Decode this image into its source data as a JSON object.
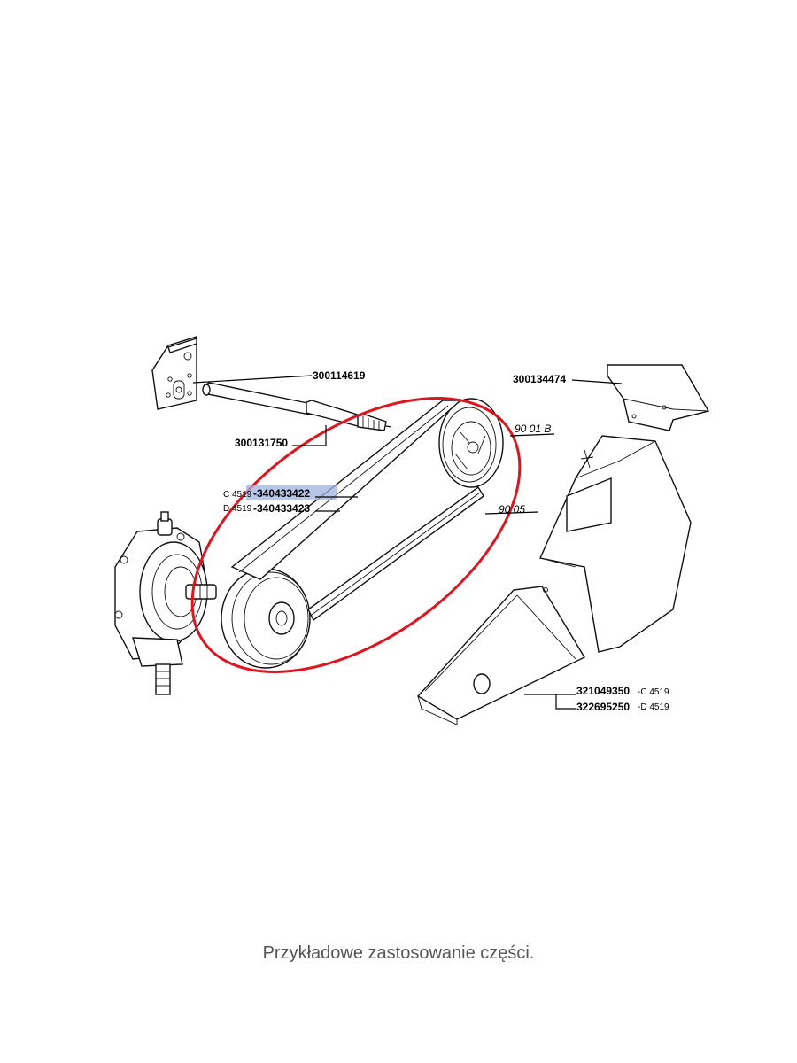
{
  "diagram": {
    "labels": {
      "part_300114619": "300114619",
      "part_300131750": "300131750",
      "part_300134474": "300134474",
      "ref_9001b": "90 01 B",
      "ref_9005": "90 05",
      "c4519_top": "C 4519",
      "part_340433422": "-340433422",
      "d4519_top": "D 4519",
      "part_340433423": "-340433423",
      "part_321049350": "321049350",
      "c4519_bottom": "-C 4519",
      "part_322695250": "322695250",
      "d4519_bottom": "-D 4519"
    },
    "colors": {
      "highlight_ellipse": "#e0141e",
      "selection_box": "#9db3e0"
    }
  },
  "caption": "Przykładowe zastosowanie części."
}
